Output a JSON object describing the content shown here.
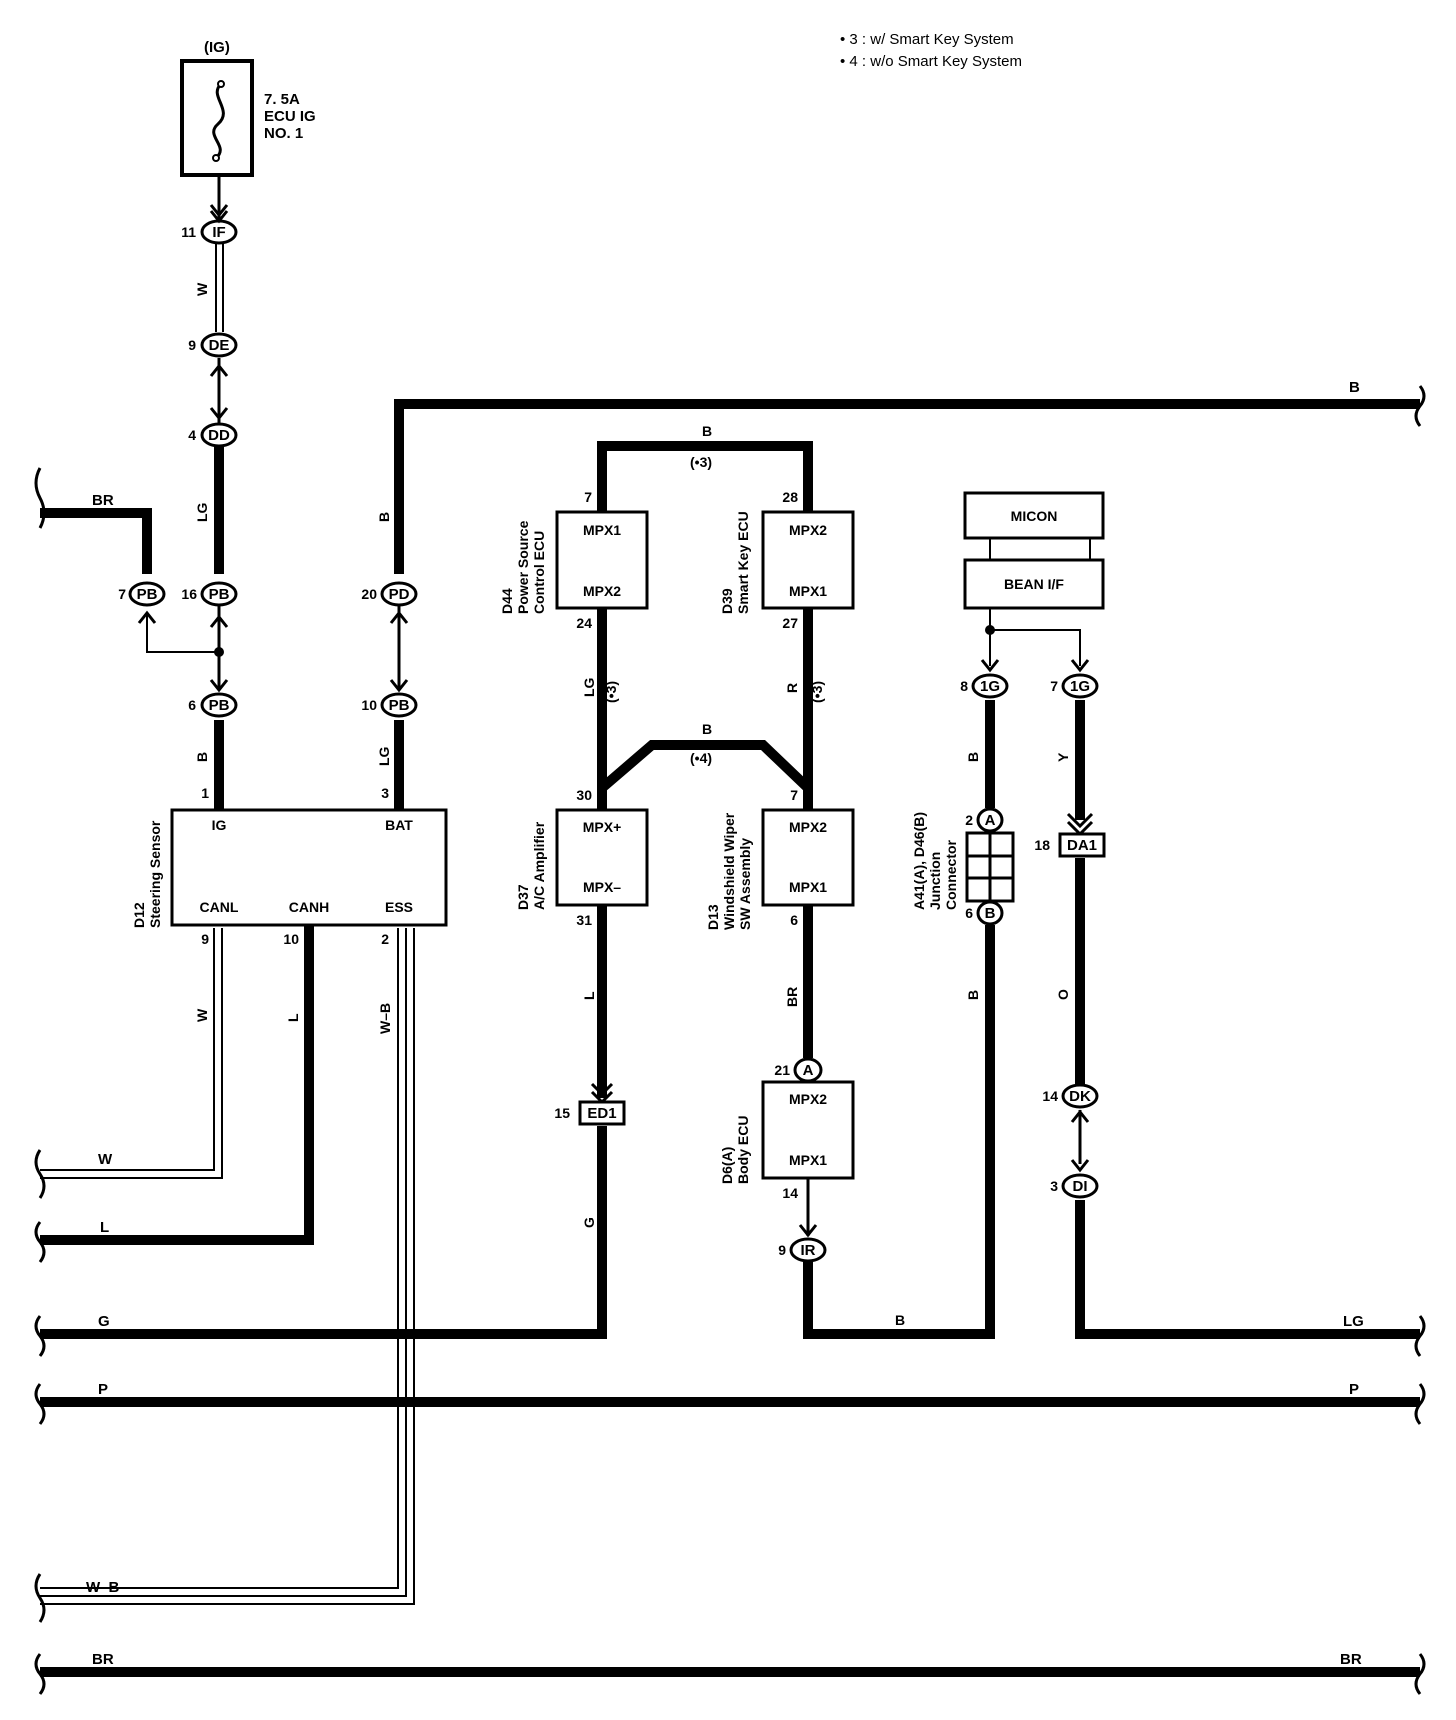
{
  "notes": [
    "• 3 : w/ Smart Key System",
    "• 4 : w/o Smart Key System"
  ],
  "fuse": {
    "supply": "(IG)",
    "rating": "7. 5A",
    "name_line1": "ECU IG",
    "name_line2": "NO. 1"
  },
  "connectors": {
    "IF": {
      "code": "IF",
      "pin": "11"
    },
    "DE": {
      "code": "DE",
      "pin": "9"
    },
    "DD": {
      "code": "DD",
      "pin": "4"
    },
    "PB_7": {
      "code": "PB",
      "pin": "7"
    },
    "PB_16": {
      "code": "PB",
      "pin": "16"
    },
    "PD": {
      "code": "PD",
      "pin": "20"
    },
    "PB_6": {
      "code": "PB",
      "pin": "6"
    },
    "PB_10": {
      "code": "PB",
      "pin": "10"
    },
    "1G_8": {
      "code": "1G",
      "pin": "8"
    },
    "1G_7": {
      "code": "1G",
      "pin": "7"
    },
    "ED1": {
      "code": "ED1",
      "pin": "15"
    },
    "DA1": {
      "code": "DA1",
      "pin": "18"
    },
    "DK": {
      "code": "DK",
      "pin": "14"
    },
    "DI": {
      "code": "DI",
      "pin": "3"
    },
    "IR": {
      "code": "IR",
      "pin": "9"
    },
    "A_2": {
      "code": "A",
      "pin": "2"
    },
    "B_6": {
      "code": "B",
      "pin": "6"
    },
    "A_21": {
      "code": "A",
      "pin": "21"
    }
  },
  "components": {
    "steering_sensor": {
      "ref": "D12",
      "name": "Steering Sensor",
      "IG": "IG",
      "BAT": "BAT",
      "CANL": "CANL",
      "CANH": "CANH",
      "ESS": "ESS",
      "pin_IG": "1",
      "pin_BAT": "3",
      "pin_CANL": "9",
      "pin_CANH": "10",
      "pin_ESS": "2"
    },
    "power_source_ecu": {
      "ref": "D44",
      "name_line1": "Power Source",
      "name_line2": "Control ECU",
      "top": "MPX1",
      "bottom": "MPX2",
      "pin_top": "7",
      "pin_bottom": "24"
    },
    "smart_key_ecu": {
      "ref": "D39",
      "name": "Smart Key ECU",
      "top": "MPX2",
      "bottom": "MPX1",
      "pin_top": "28",
      "pin_bottom": "27"
    },
    "ac_amplifier": {
      "ref": "D37",
      "name": "A/C Amplifier",
      "top": "MPX+",
      "bottom": "MPX–",
      "pin_top": "30",
      "pin_bottom": "31"
    },
    "wiper_sw": {
      "ref": "D13",
      "name_line1": "Windshield Wiper",
      "name_line2": "SW Assembly",
      "top": "MPX2",
      "bottom": "MPX1",
      "pin_top": "7",
      "pin_bottom": "6"
    },
    "body_ecu": {
      "ref": "D6(A)",
      "name": "Body ECU",
      "top": "MPX2",
      "bottom": "MPX1",
      "pin_bottom": "14"
    },
    "micon": {
      "label": "MICON"
    },
    "bean": {
      "label": "BEAN I/F"
    },
    "junction": {
      "ref": "A41(A), D46(B)",
      "name_line1": "Junction",
      "name_line2": "Connector"
    }
  },
  "wire_colors": {
    "w_fuse": "W",
    "lg_dd": "LG",
    "b_pd": "B",
    "b_pb6": "B",
    "lg_pb10": "LG",
    "b_loop_top": "B",
    "loop_top_note": "(•3)",
    "lg_d44": "LG",
    "lg_d44_note": "(•3)",
    "r_d39": "R",
    "r_d39_note": "(•3)",
    "b_bridge": "B",
    "bridge_note": "(•4)",
    "w_canl": "W",
    "l_canh": "L",
    "wb_ess": "W–B",
    "l_d37": "L",
    "g_ed1": "G",
    "br_d13": "BR",
    "b_ir": "B",
    "b_1g8": "B",
    "y_1g7": "Y",
    "b_junction": "B",
    "o_da1": "O"
  },
  "bus_labels": {
    "b_top": "B",
    "br_left": "BR",
    "w_left": "W",
    "l_left": "L",
    "g_left": "G",
    "lg_right": "LG",
    "p_left": "P",
    "p_right": "P",
    "wb_left": "W–B",
    "br_bottom_left": "BR",
    "br_bottom_right": "BR"
  }
}
